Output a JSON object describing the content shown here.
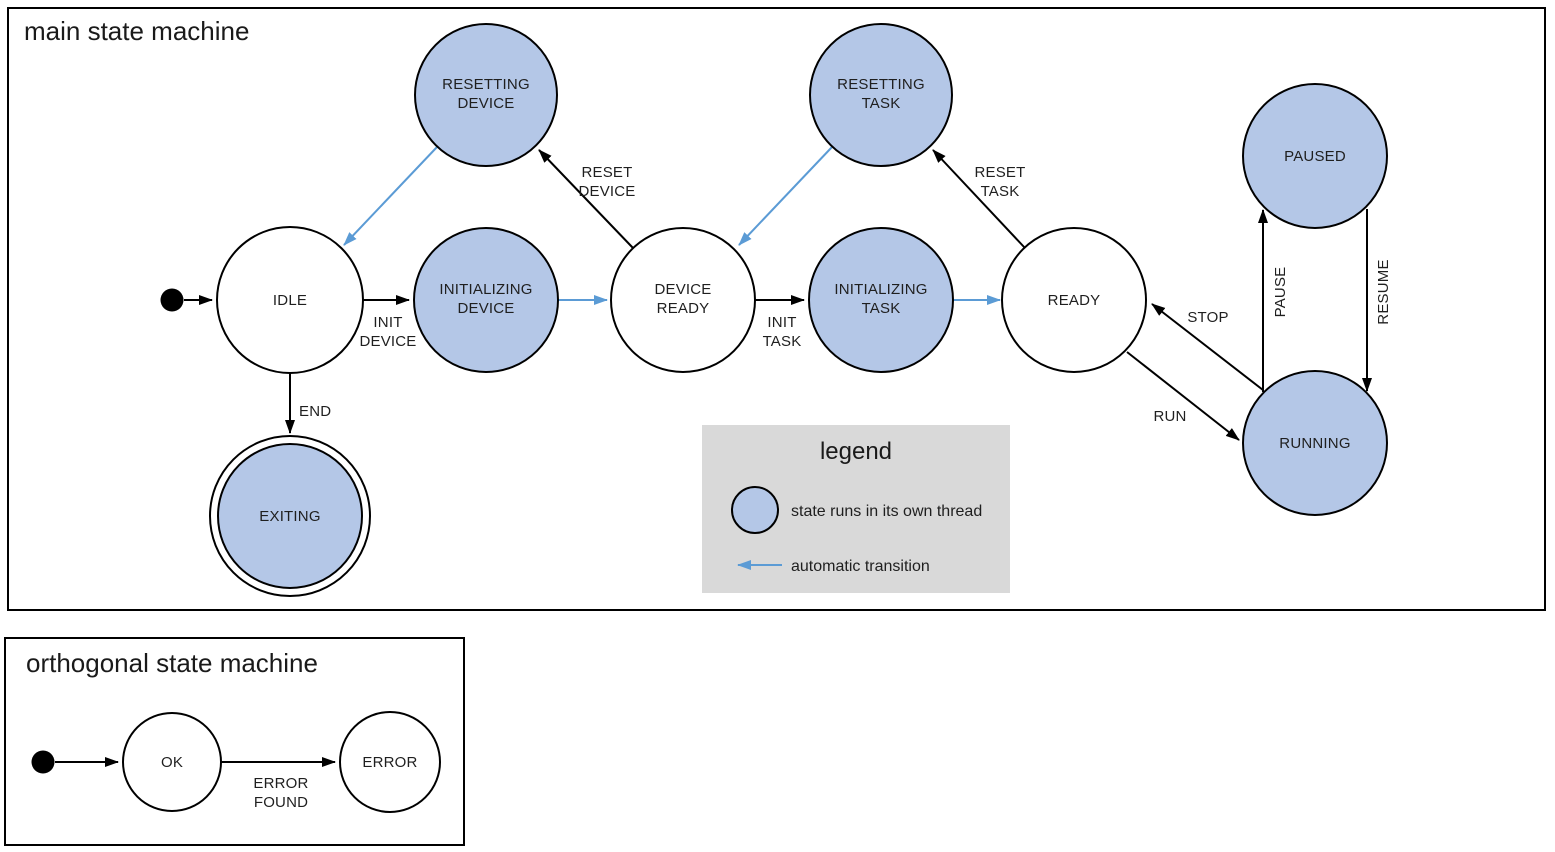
{
  "colors": {
    "threaded_state_fill": "#b4c7e7",
    "plain_state_fill": "#ffffff",
    "outline": "#000000",
    "automatic_transition": "#5b9bd5",
    "legend_background": "#d9d9d9"
  },
  "main_machine": {
    "title": "main state machine",
    "states": [
      {
        "id": "resetting-device",
        "lines": [
          "RESETTING",
          "DEVICE"
        ],
        "threaded": true,
        "final": false
      },
      {
        "id": "resetting-task",
        "lines": [
          "RESETTING",
          "TASK"
        ],
        "threaded": true,
        "final": false
      },
      {
        "id": "paused",
        "lines": [
          "PAUSED"
        ],
        "threaded": true,
        "final": false
      },
      {
        "id": "idle",
        "lines": [
          "IDLE"
        ],
        "threaded": false,
        "final": false
      },
      {
        "id": "initializing-device",
        "lines": [
          "INITIALIZING",
          "DEVICE"
        ],
        "threaded": true,
        "final": false
      },
      {
        "id": "device-ready",
        "lines": [
          "DEVICE",
          "READY"
        ],
        "threaded": false,
        "final": false
      },
      {
        "id": "initializing-task",
        "lines": [
          "INITIALIZING",
          "TASK"
        ],
        "threaded": true,
        "final": false
      },
      {
        "id": "ready",
        "lines": [
          "READY"
        ],
        "threaded": false,
        "final": false
      },
      {
        "id": "running",
        "lines": [
          "RUNNING"
        ],
        "threaded": true,
        "final": false
      },
      {
        "id": "exiting",
        "lines": [
          "EXITING"
        ],
        "threaded": true,
        "final": true
      }
    ],
    "transitions": [
      {
        "from": "idle",
        "to": "initializing-device",
        "kind": "event",
        "lines": [
          "INIT",
          "DEVICE"
        ]
      },
      {
        "from": "initializing-device",
        "to": "device-ready",
        "kind": "automatic",
        "lines": []
      },
      {
        "from": "device-ready",
        "to": "resetting-device",
        "kind": "event",
        "lines": [
          "RESET",
          "DEVICE"
        ]
      },
      {
        "from": "resetting-device",
        "to": "idle",
        "kind": "automatic",
        "lines": []
      },
      {
        "from": "device-ready",
        "to": "initializing-task",
        "kind": "event",
        "lines": [
          "INIT",
          "TASK"
        ]
      },
      {
        "from": "initializing-task",
        "to": "ready",
        "kind": "automatic",
        "lines": []
      },
      {
        "from": "ready",
        "to": "resetting-task",
        "kind": "event",
        "lines": [
          "RESET",
          "TASK"
        ]
      },
      {
        "from": "resetting-task",
        "to": "device-ready",
        "kind": "automatic",
        "lines": []
      },
      {
        "from": "ready",
        "to": "running",
        "kind": "event",
        "lines": [
          "RUN"
        ]
      },
      {
        "from": "running",
        "to": "ready",
        "kind": "event",
        "lines": [
          "STOP"
        ]
      },
      {
        "from": "running",
        "to": "paused",
        "kind": "event",
        "lines": [
          "PAUSE"
        ]
      },
      {
        "from": "paused",
        "to": "running",
        "kind": "event",
        "lines": [
          "RESUME"
        ]
      },
      {
        "from": "idle",
        "to": "exiting",
        "kind": "event",
        "lines": [
          "END"
        ]
      }
    ]
  },
  "legend": {
    "title": "legend",
    "items": [
      {
        "symbol": "threaded-state-circle",
        "label": "state runs in its own thread"
      },
      {
        "symbol": "automatic-transition-arrow",
        "label": "automatic transition"
      }
    ]
  },
  "orthogonal_machine": {
    "title": "orthogonal state machine",
    "states": [
      {
        "id": "ok",
        "lines": [
          "OK"
        ],
        "threaded": false,
        "final": false
      },
      {
        "id": "error",
        "lines": [
          "ERROR"
        ],
        "threaded": false,
        "final": false
      }
    ],
    "transitions": [
      {
        "from": "ok",
        "to": "error",
        "kind": "event",
        "lines": [
          "ERROR",
          "FOUND"
        ]
      }
    ]
  }
}
